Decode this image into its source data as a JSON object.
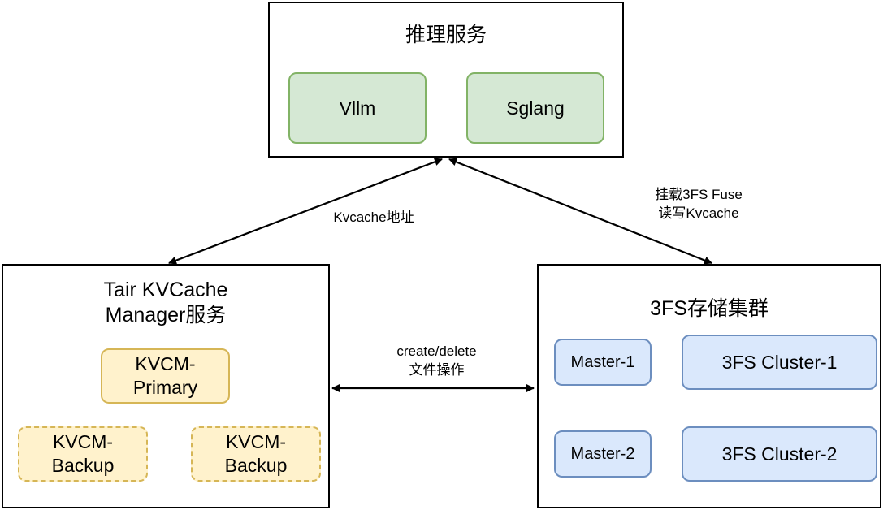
{
  "diagram": {
    "title_inference": "推理服务",
    "title_kvcm": "Tair KVCache\nManager服务",
    "title_3fs": "3FS存储集群",
    "colors": {
      "green_fill": "#d5e8d4",
      "green_stroke": "#82b366",
      "yellow_fill": "#fff2cc",
      "yellow_stroke": "#d6b656",
      "blue_fill": "#dae8fc",
      "blue_stroke": "#6c8ebf",
      "line": "#000000",
      "background": "#ffffff"
    },
    "inference_service": {
      "engines": [
        {
          "label": "Vllm"
        },
        {
          "label": "Sglang"
        }
      ]
    },
    "kvcache_manager": {
      "primary": {
        "label": "KVCM-\nPrimary"
      },
      "backups": [
        {
          "label": "KVCM-\nBackup"
        },
        {
          "label": "KVCM-\nBackup"
        }
      ]
    },
    "storage_cluster": {
      "rows": [
        {
          "master": "Master-1",
          "cluster": "3FS Cluster-1"
        },
        {
          "master": "Master-2",
          "cluster": "3FS Cluster-2"
        }
      ]
    },
    "edges": [
      {
        "id": "kvcache-address",
        "label": "Kvcache地址"
      },
      {
        "id": "mount-3fs-fuse",
        "label": "挂载3FS Fuse\n读写Kvcache"
      },
      {
        "id": "create-delete",
        "label": "create/delete\n文件操作"
      }
    ]
  }
}
